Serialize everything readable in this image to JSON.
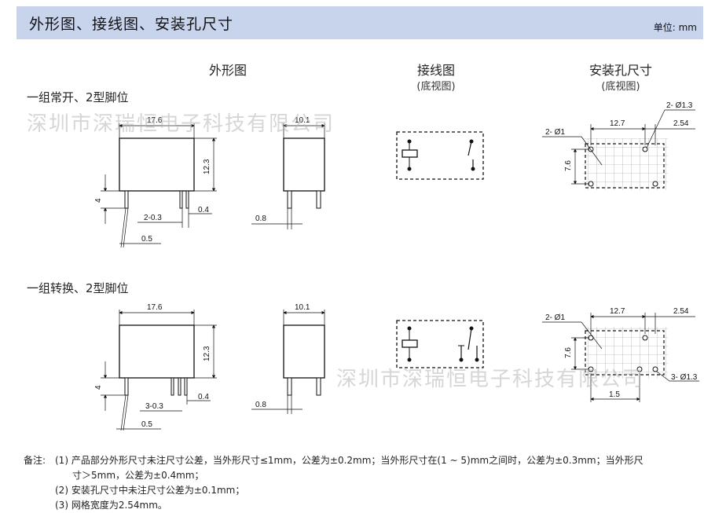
{
  "header": {
    "title": "外形图、接线图、安装孔尺寸",
    "unit": "单位: mm"
  },
  "columns": {
    "outline": {
      "title": "外形图"
    },
    "wiring": {
      "title": "接线图",
      "sub": "(底视图)"
    },
    "mounting": {
      "title": "安装孔尺寸",
      "sub": "(底视图)"
    }
  },
  "rows": [
    {
      "label": "一组常开、2型脚位"
    },
    {
      "label": "一组转换、2型脚位"
    }
  ],
  "dims": {
    "r1": {
      "w": "17.6",
      "h": "12.3",
      "pin_len": "4",
      "pins": "2-0.3",
      "pin_off": "0.4",
      "pitch": "0.5",
      "depth": "10.1",
      "pin_w": "0.8",
      "hole_span": "12.7",
      "hole_pitch": "2.54",
      "hole_d1": "2- Ø1.3",
      "hole_d2": "2- Ø1",
      "hole_h": "7.6"
    },
    "r2": {
      "w": "17.6",
      "h": "12.3",
      "pin_len": "4",
      "pins": "3-0.3",
      "pin_off": "0.4",
      "pitch": "0.5",
      "depth": "10.1",
      "pin_w": "0.8",
      "hole_span": "12.7",
      "hole_pitch": "2.54",
      "hole_d1": "3- Ø1.3",
      "hole_d2": "2- Ø1",
      "hole_h": "7.6",
      "hole_gap": "1.5"
    }
  },
  "watermark": "深圳市深瑞恒电子科技有限公司",
  "notes": {
    "prefix": "备注:",
    "n1a": "(1)  产品部分外形尺寸未注尺寸公差，当外形尺寸≤1mm，公差为±0.2mm；当外形尺寸在(1 ~ 5)mm之间时，公差为±0.3mm；当外形尺",
    "n1b": "寸＞5mm，公差为±0.4mm；",
    "n2": "(2)  安装孔尺寸中未注尺寸公差为±0.1mm；",
    "n3": "(3)  网格宽度为2.54mm。"
  }
}
